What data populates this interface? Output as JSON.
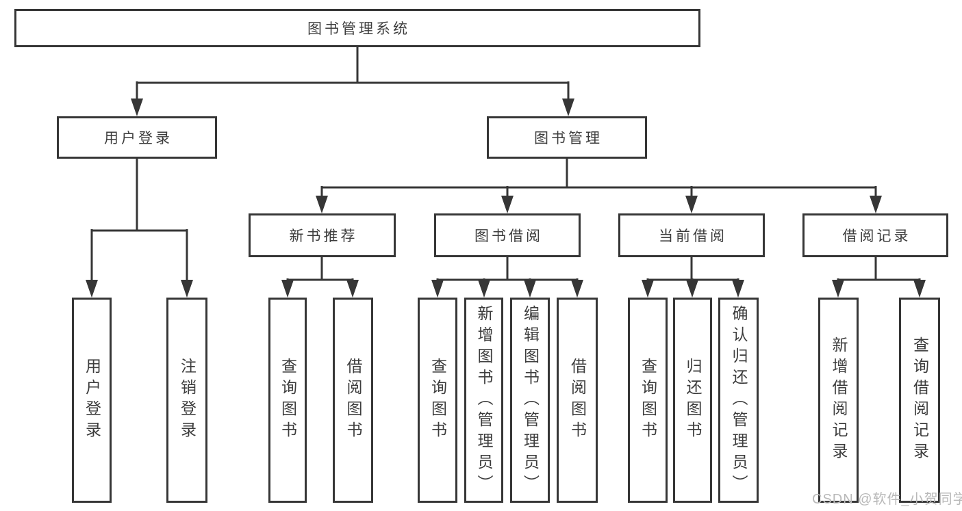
{
  "diagram": {
    "root": {
      "label": "图书管理系统"
    },
    "user_login": {
      "label": "用户登录",
      "children": {
        "login": "用户登录",
        "logout": "注销登录"
      }
    },
    "book_mgmt": {
      "label": "图书管理",
      "sections": {
        "new_book_rec": {
          "label": "新书推荐",
          "children": {
            "query": "查询图书",
            "borrow": "借阅图书"
          }
        },
        "book_borrow": {
          "label": "图书借阅",
          "children": {
            "query": "查询图书",
            "add": "新增图书（管理员）",
            "edit": "编辑图书（管理员）",
            "borrow": "借阅图书"
          }
        },
        "current_borrow": {
          "label": "当前借阅",
          "children": {
            "query": "查询图书",
            "return": "归还图书",
            "confirm": "确认归还（管理员）"
          }
        },
        "borrow_records": {
          "label": "借阅记录",
          "children": {
            "add": "新增借阅记录",
            "query": "查询借阅记录"
          }
        }
      }
    }
  },
  "watermark": {
    "text": "CSDN @软件_小贺同学"
  },
  "colors": {
    "line": "#363636",
    "box_border": "#363636",
    "text": "#3d3d3d",
    "background": "#ffffff",
    "watermark": "#b9b9b9"
  }
}
